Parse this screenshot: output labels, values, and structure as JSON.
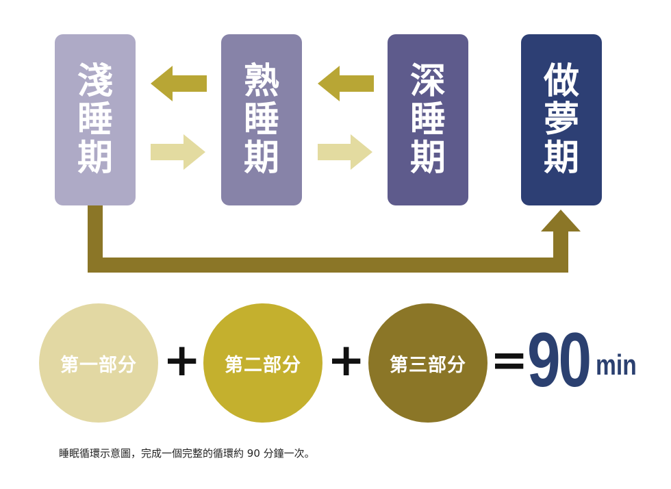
{
  "stages": [
    {
      "chars": [
        "淺",
        "睡",
        "期"
      ],
      "color": "#aeaac6"
    },
    {
      "chars": [
        "熟",
        "睡",
        "期"
      ],
      "color": "#8783a8"
    },
    {
      "chars": [
        "深",
        "睡",
        "期"
      ],
      "color": "#5e5b8c"
    },
    {
      "chars": [
        "做",
        "夢",
        "期"
      ],
      "color": "#2d3f74"
    }
  ],
  "parts": [
    {
      "label": "第一部分",
      "color": "#e2d8a3"
    },
    {
      "label": "第二部分",
      "color": "#c4b02e"
    },
    {
      "label": "第三部分",
      "color": "#8b7627"
    }
  ],
  "operators": {
    "plus": "+",
    "equals": "="
  },
  "result": {
    "value": "90",
    "unit": "min",
    "color": "#2b4070"
  },
  "arrow_colors": {
    "left": "#b8a635",
    "right": "#e3dba0",
    "loop": "#8b7627"
  },
  "caption": "睡眠循環示意圖，完成一個完整的循環約 90 分鐘一次。"
}
